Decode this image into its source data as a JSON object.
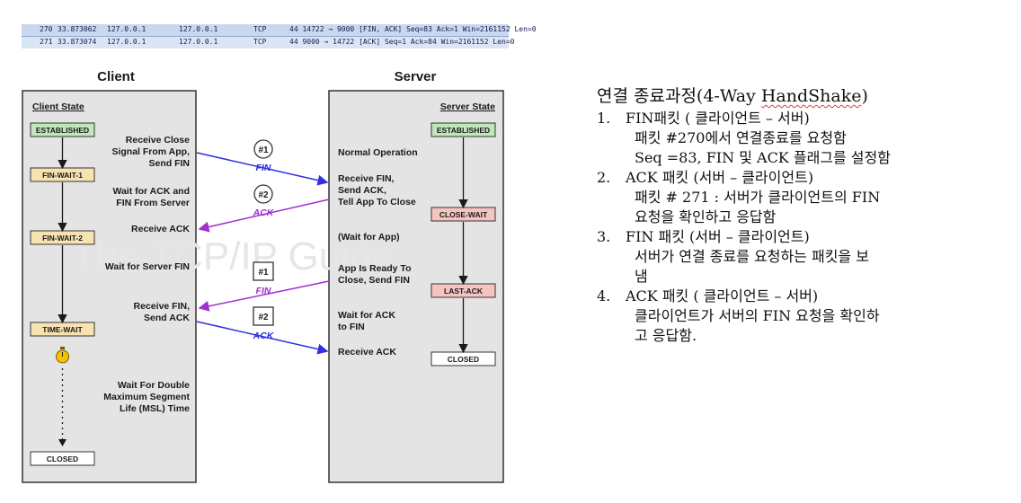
{
  "packets": [
    {
      "no": "270",
      "time": "33.873062",
      "src": "127.0.0.1",
      "dst": "127.0.0.1",
      "proto": "TCP",
      "info": "44 14722 → 9000 [FIN, ACK] Seq=83 Ack=1 Win=2161152 Len=0"
    },
    {
      "no": "271",
      "time": "33.873074",
      "src": "127.0.0.1",
      "dst": "127.0.0.1",
      "proto": "TCP",
      "info": "44 9000 → 14722 [ACK] Seq=1 Ack=84 Win=2161152 Len=0"
    }
  ],
  "diagram": {
    "client_title": "Client",
    "server_title": "Server",
    "client_state_header": "Client State",
    "server_state_header": "Server State",
    "watermark": "The TCP/IP Guide",
    "client_states": [
      "ESTABLISHED",
      "FIN-WAIT-1",
      "FIN-WAIT-2",
      "TIME-WAIT",
      "CLOSED"
    ],
    "server_states": [
      "ESTABLISHED",
      "CLOSE-WAIT",
      "LAST-ACK",
      "CLOSED"
    ],
    "client_actions": {
      "a1": [
        "Receive Close",
        "Signal From App,",
        "Send FIN"
      ],
      "a2": [
        "Wait for ACK and",
        "FIN From Server"
      ],
      "a3": "Receive ACK",
      "a4": "Wait for Server FIN",
      "a5": [
        "Receive FIN,",
        "Send ACK"
      ],
      "a6": [
        "Wait For Double",
        "Maximum Segment",
        "Life (MSL) Time"
      ]
    },
    "server_actions": {
      "s1": "Normal Operation",
      "s2": [
        "Receive FIN,",
        "Send ACK,",
        "Tell App To Close"
      ],
      "s3": "(Wait for App)",
      "s4": [
        "App Is Ready To",
        "Close, Send FIN"
      ],
      "s5": [
        "Wait for ACK",
        "to FIN"
      ],
      "s6": "Receive ACK"
    },
    "messages": [
      {
        "num": "#1",
        "label": "FIN",
        "color": "#3030e0"
      },
      {
        "num": "#2",
        "label": "ACK",
        "color": "#a030d0"
      },
      {
        "num": "#1",
        "label": "FIN",
        "color": "#a030d0"
      },
      {
        "num": "#2",
        "label": "ACK",
        "color": "#3030e0"
      }
    ],
    "colors": {
      "established": "#bfe8b8",
      "waiting": "#f7e3b0",
      "server_wait": "#f4c4c0",
      "closed": "#ffffff",
      "panel": "#e4e4e4"
    }
  },
  "notes": {
    "title_a": "연결 종료과정(4-Way ",
    "title_b": "HandShake",
    "title_c": ")",
    "steps": [
      {
        "n": "1.",
        "head": "FIN패킷 ( 클라이언트 – 서버)",
        "lines": [
          "패킷 #270에서 연결종료를 요청함",
          "Seq =83, FIN 및 ACK 플래그를 설정함"
        ]
      },
      {
        "n": "2.",
        "head": "ACK 패킷 (서버 – 클라이언트)",
        "lines": [
          "패킷 # 271 : 서버가 클라이언트의 FIN",
          "요청을 확인하고 응답함"
        ]
      },
      {
        "n": "3.",
        "head": "FIN 패킷 (서버 – 클라이언트)",
        "lines": [
          "서버가 연결 종료를 요청하는 패킷을 보",
          "냄"
        ]
      },
      {
        "n": "4.",
        "head": "ACK 패킷 ( 클라이언트 – 서버)",
        "lines": [
          "클라이언트가 서버의 FIN 요청을 확인하",
          "고 응답함."
        ]
      }
    ]
  }
}
